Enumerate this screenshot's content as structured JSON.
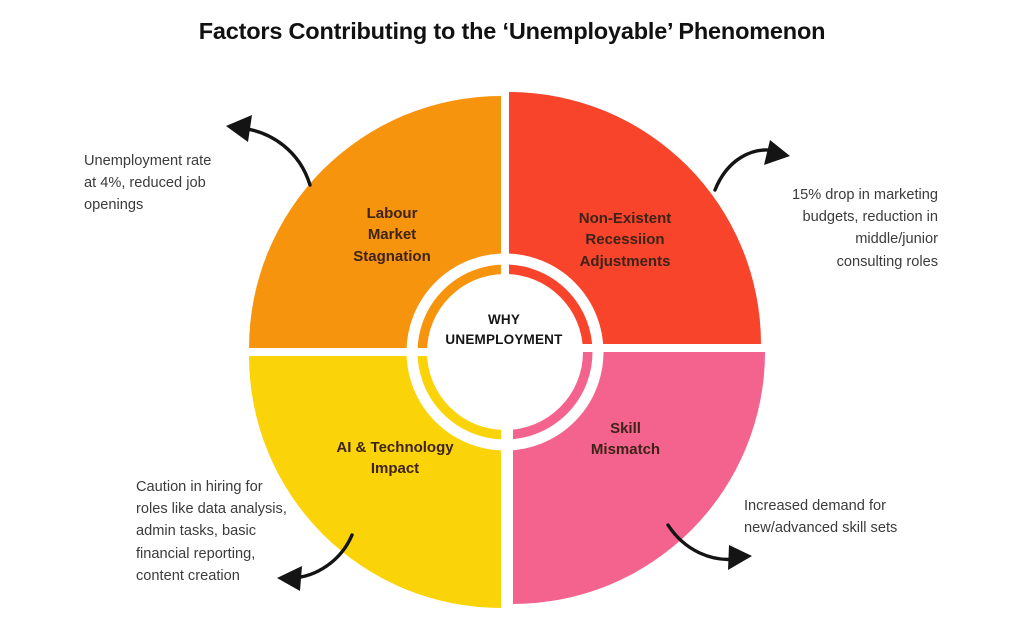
{
  "title": "Factors Contributing to the ‘Unemployable’ Phenomenon",
  "hub": {
    "text": "WHY\nUNEMPLOYMENT"
  },
  "colors": {
    "orange": "#F7940D",
    "red": "#F9442C",
    "yellow": "#FAD408",
    "pink": "#F3638D",
    "background": "#FFFFFF",
    "hub_fill": "#FFFFFF",
    "text_dark": "#3D2318",
    "callout_text": "#3B3B3B",
    "arrow": "#141414"
  },
  "chart_data": {
    "type": "pie",
    "title": "Factors Contributing to the ‘Unemployable’ Phenomenon",
    "center_label": "WHY UNEMPLOYMENT",
    "legend": "none",
    "segments": [
      {
        "label": "Labour\nMarket\nStagnation",
        "plain_label": "Labour Market Stagnation",
        "value": 25,
        "color": "#F7940D",
        "quadrant": "top-left",
        "start_angle": 270,
        "end_angle": 360,
        "callout": "Unemployment rate at 4%, reduced job openings"
      },
      {
        "label": "Non-Existent\nRecessiion\nAdjustments",
        "plain_label": "Non-Existent Recessiion Adjustments",
        "value": 25,
        "color": "#F9442C",
        "quadrant": "top-right",
        "start_angle": 0,
        "end_angle": 90,
        "callout": "15% drop in marketing budgets, reduction in middle/junior consulting roles"
      },
      {
        "label": "Skill\nMismatch",
        "plain_label": "Skill Mismatch",
        "value": 25,
        "color": "#F3638D",
        "quadrant": "bottom-right",
        "start_angle": 90,
        "end_angle": 180,
        "callout": "Increased demand for new/advanced skill sets"
      },
      {
        "label": "AI & Technology\nImpact",
        "plain_label": "AI & Technology Impact",
        "value": 25,
        "color": "#FAD408",
        "quadrant": "bottom-left",
        "start_angle": 180,
        "end_angle": 270,
        "callout": "Caution in hiring for roles like data analysis, admin tasks, basic financial reporting, content creation"
      }
    ]
  },
  "callouts": {
    "top_left": "Unemployment rate\nat 4%, reduced job\nopenings",
    "top_right": "15% drop in marketing\nbudgets, reduction in\nmiddle/junior\nconsulting roles",
    "bottom_left": "Caution in hiring for\nroles like data analysis,\nadmin tasks, basic\nfinancial reporting,\ncontent creation",
    "bottom_right": "Increased demand for\nnew/advanced skill sets"
  }
}
